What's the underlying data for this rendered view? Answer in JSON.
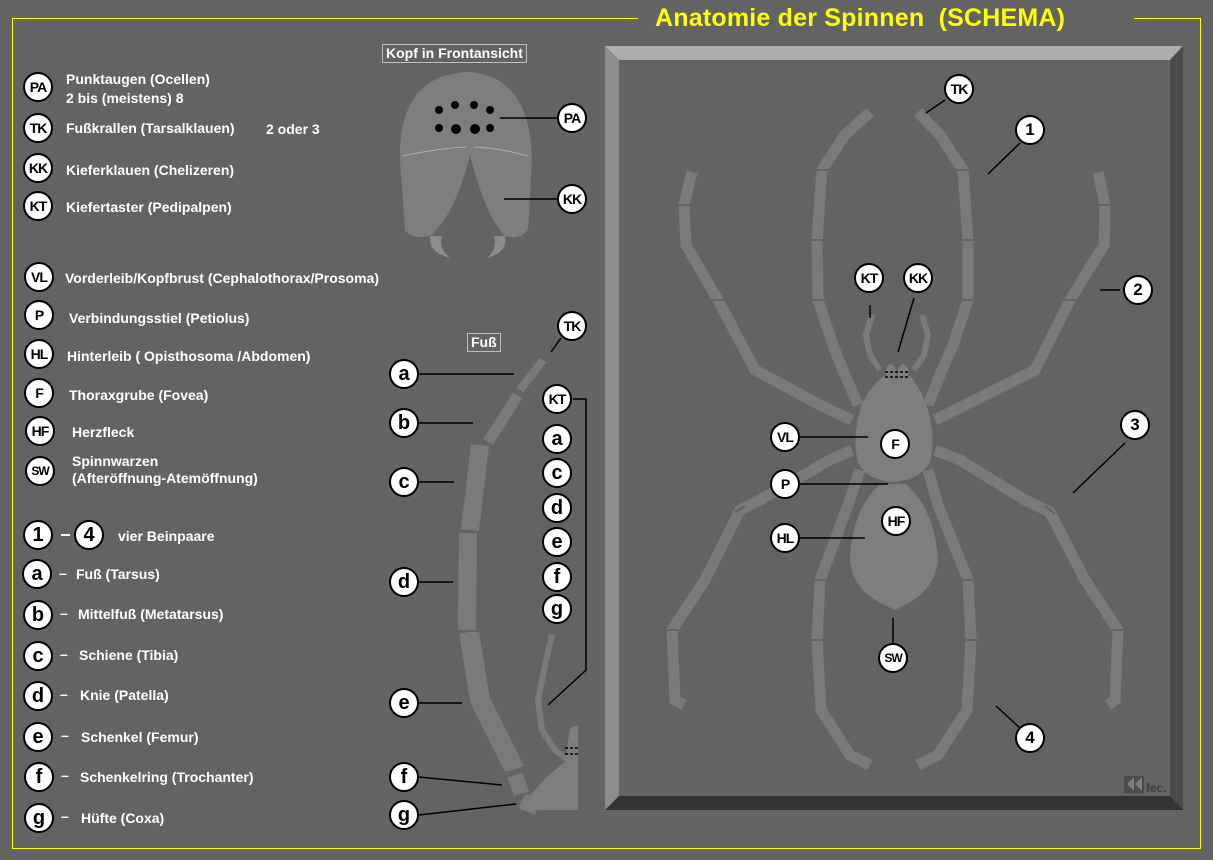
{
  "title": "Anatomie der Spinnen  (SCHEMA)",
  "colors": {
    "background": "#636363",
    "frame": "#ffff00",
    "title": "#ffff00",
    "body_part": "#7e7e7e",
    "bevel_light": "#adadad",
    "bevel_dark": "#333333"
  },
  "legend_body": [
    {
      "code": "PA",
      "text": "Punktaugen (Ocellen)",
      "text2": "2 bis (meistens) 8"
    },
    {
      "code": "TK",
      "text": "Fußkrallen (Tarsalklauen)",
      "extra": "2 oder 3"
    },
    {
      "code": "KK",
      "text": "Kieferklauen (Chelizeren)"
    },
    {
      "code": "KT",
      "text": "Kiefertaster (Pedipalpen)"
    },
    {
      "code": "VL",
      "text": "Vorderleib/Kopfbrust (Cephalothorax/Prosoma)"
    },
    {
      "code": "P",
      "text": "Verbindungsstiel (Petiolus)"
    },
    {
      "code": "HL",
      "text": "Hinterleib ( Opisthosoma /Abdomen)"
    },
    {
      "code": "F",
      "text": "Thoraxgrube (Fovea)"
    },
    {
      "code": "HF",
      "text": "Herzfleck"
    },
    {
      "code": "SW",
      "text": "Spinnwarzen",
      "text2": "(Afteröffnung-Atemöffnung)"
    }
  ],
  "legend_legs": {
    "range_from": "1",
    "range_to": "4",
    "range_text": "vier Beinpaare",
    "dash": "–",
    "items": [
      {
        "code": "a",
        "text": "Fuß (Tarsus)"
      },
      {
        "code": "b",
        "text": "Mittelfuß (Metatarsus)"
      },
      {
        "code": "c",
        "text": "Schiene (Tibia)"
      },
      {
        "code": "d",
        "text": "Knie (Patella)"
      },
      {
        "code": "e",
        "text": "Schenkel (Femur)"
      },
      {
        "code": "f",
        "text": "Schenkelring (Trochanter)"
      },
      {
        "code": "g",
        "text": "Hüfte (Coxa)"
      }
    ]
  },
  "head_view": {
    "title": "Kopf in Frontansicht",
    "labels": [
      "PA",
      "KK"
    ]
  },
  "foot_view": {
    "title": "Fuß",
    "leg_labels": [
      "a",
      "b",
      "c",
      "d",
      "e",
      "f",
      "g"
    ],
    "claw_label": "TK",
    "palp_label": "KT",
    "palp_segments": [
      "a",
      "c",
      "d",
      "e",
      "f",
      "g"
    ]
  },
  "spider_view": {
    "labels": {
      "tk": "TK",
      "kt": "KT",
      "kk": "KK",
      "vl": "VL",
      "f": "F",
      "p": "P",
      "hl": "HL",
      "hf": "HF",
      "sw": "SW"
    },
    "leg_numbers": [
      "1",
      "2",
      "3",
      "4"
    ],
    "logo_text": "fec."
  }
}
